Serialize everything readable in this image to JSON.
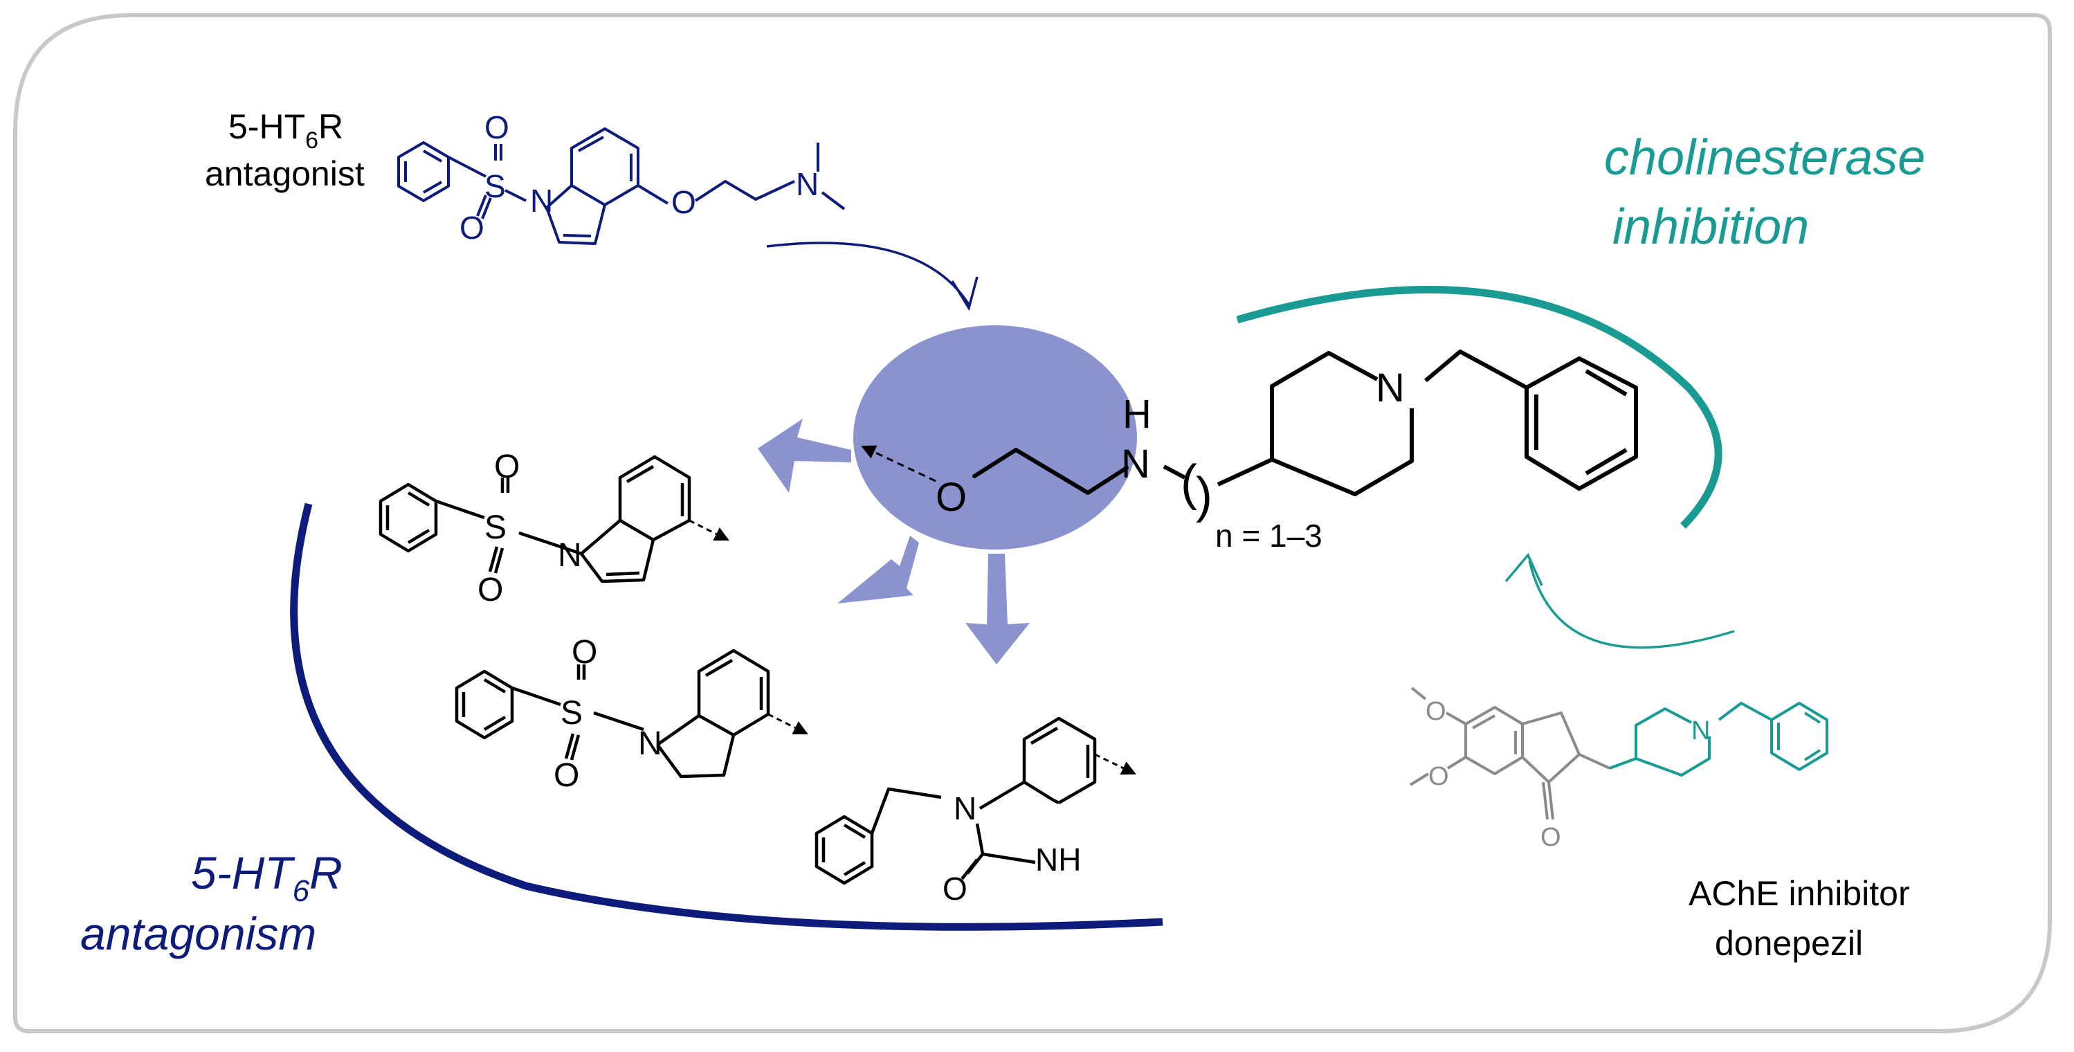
{
  "labels": {
    "ht6_top_prefix": "5-HT",
    "ht6_top_sub": "6",
    "ht6_top_suffix": "R",
    "ht6_top_line2": "antagonist",
    "cholinesterase_line1": "cholinesterase",
    "cholinesterase_line2": "inhibition",
    "antagonism_prefix": "5-HT",
    "antagonism_sub": "6",
    "antagonism_suffix": "R",
    "antagonism_line2": "antagonism",
    "donepezil_line1": "AChE inhibitor",
    "donepezil_line2": "donepezil",
    "chain_n": "n = 1–3"
  },
  "atoms": {
    "O": "O",
    "N": "N",
    "H": "H",
    "S": "S",
    "NH": "NH",
    "paren_open": "(",
    "paren_close": ")"
  },
  "colors": {
    "navy": "#0d1b7a",
    "teal": "#199b94",
    "lavender": "#8b93cf",
    "frame": "#c8c8c8",
    "gray": "#8a8a8a",
    "black": "#000000"
  }
}
